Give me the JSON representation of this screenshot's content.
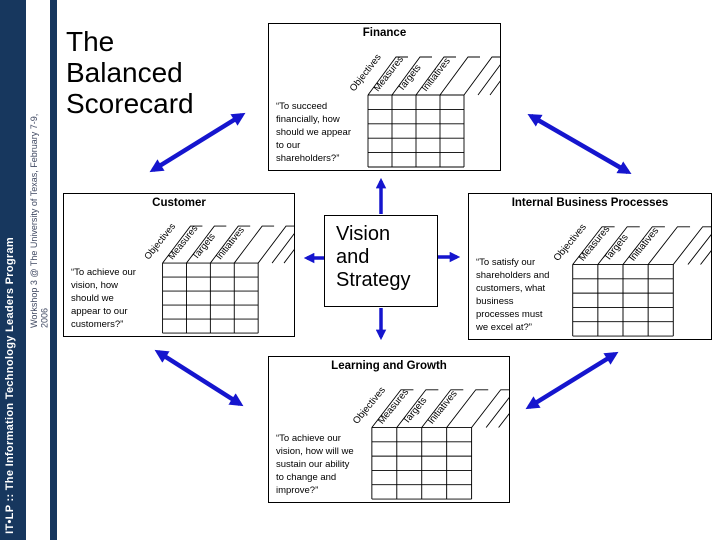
{
  "sidebar": {
    "program_label": "IT•LP :: The Information Technology Leaders Program",
    "workshop_label_line1": "Workshop 3 @ The University of Texas, February 7-9,",
    "workshop_label_line2": "2006"
  },
  "title": "The Balanced Scorecard",
  "center": {
    "label": "Vision and Strategy"
  },
  "grid_labels": [
    "Objectives",
    "Measures",
    "Targets",
    "Initiatives"
  ],
  "perspectives": {
    "finance": {
      "title": "Finance",
      "quote": "“To succeed financially, how should we appear to our shareholders?”"
    },
    "customer": {
      "title": "Customer",
      "quote": "“To achieve our vision, how should we appear to our customers?”"
    },
    "internal": {
      "title": "Internal Business Processes",
      "quote": "“To satisfy our shareholders and customers, what business processes must we excel at?”"
    },
    "learning": {
      "title": "Learning and Growth",
      "quote": "“To achieve our vision, how will we sustain our ability to change and improve?”"
    }
  },
  "colors": {
    "sidebar_navy": "#17375E",
    "arrow_blue": "#1515CE",
    "line_black": "#000000"
  }
}
